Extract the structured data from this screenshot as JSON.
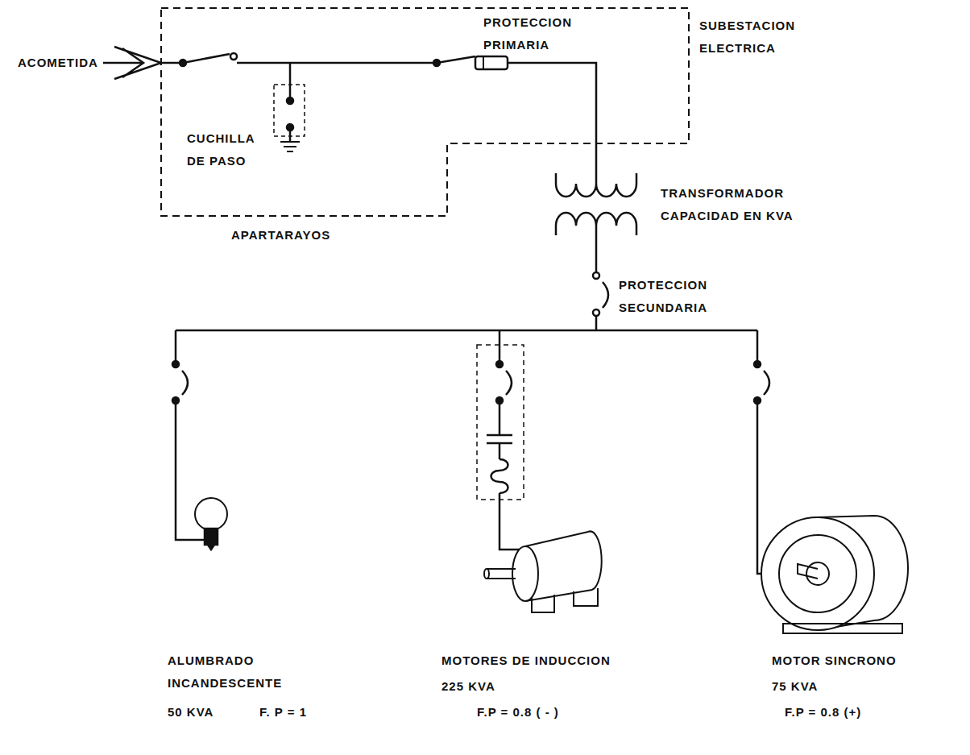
{
  "diagram": {
    "nodes": [
      {
        "text": [
          "SUBESTACION ELECTRICA"
        ]
      }
    ],
    "labels": [
      "ACOMETIDA",
      "CUCHILLA DE PASO",
      "APARTARAYOS",
      "PROTECCION PRIMARIA",
      "TRANSFORMADOR CAPACIDAD EN KVA",
      "PROTECCION SECUNDARIA",
      "ALUMBRADO INCANDESCENTE",
      "50 KVA",
      "F. P = 1",
      "MOTORES DE INDUCCION",
      "225 KVA",
      "F.P = 0.8 ( - )",
      "MOTOR SINCRONO",
      "75 KVA",
      "F.P = 0.8 (+)"
    ]
  }
}
